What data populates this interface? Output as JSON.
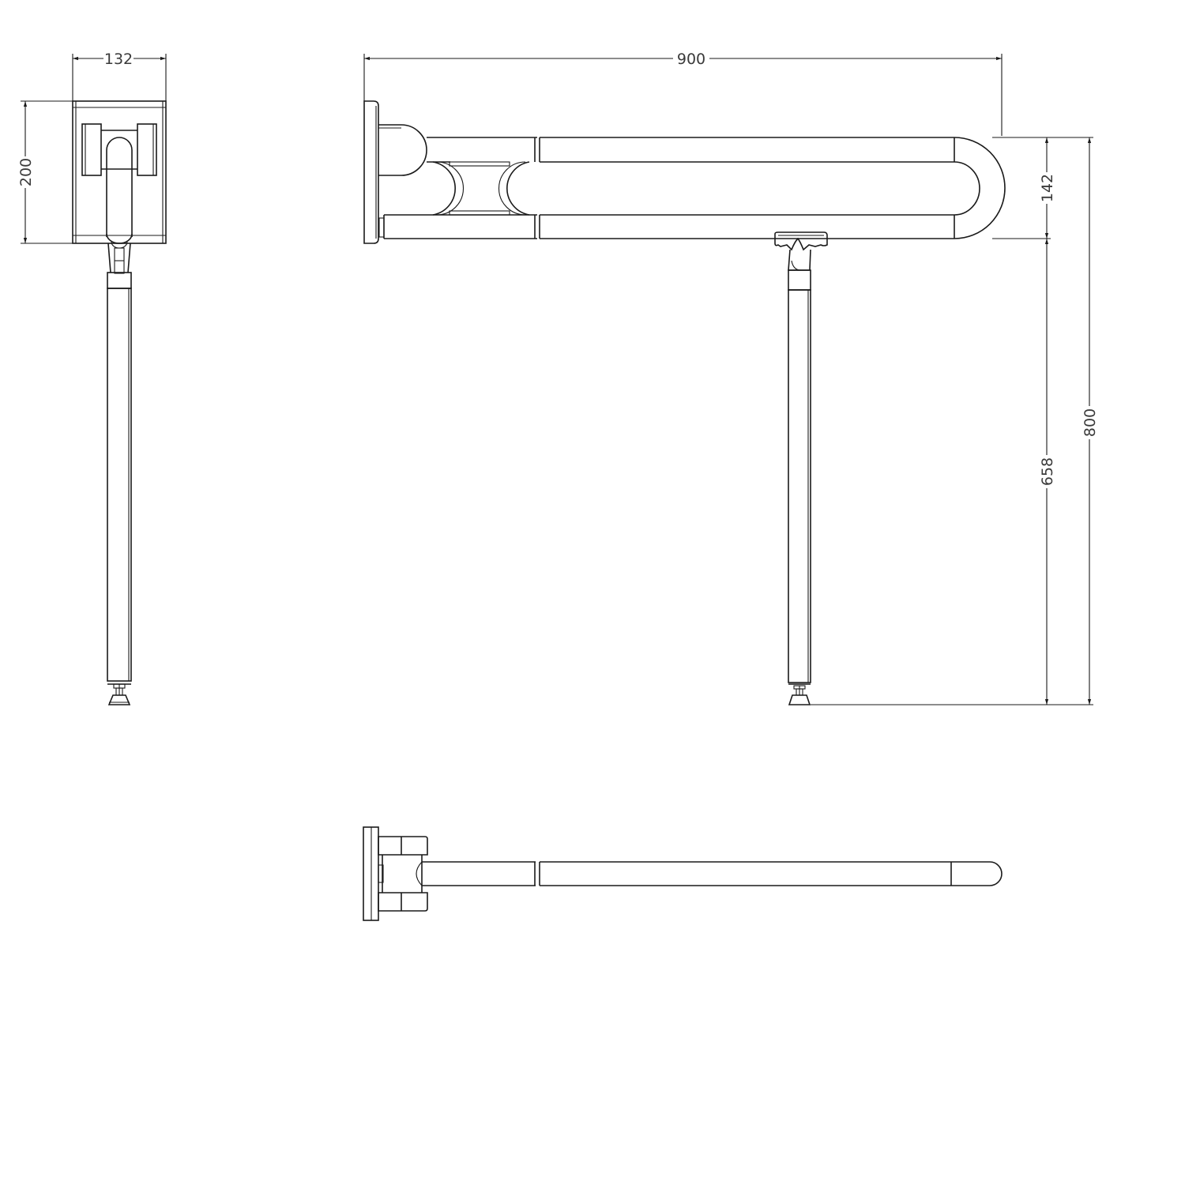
{
  "drawing": {
    "subject": "folding grab bar with support leg",
    "line_color": "#1a1a1a",
    "background": "#ffffff",
    "views": [
      {
        "name": "side-view",
        "description": "wall plate with folded arm and leg"
      },
      {
        "name": "front-view",
        "description": "U-shaped grab bar with hinged support leg"
      },
      {
        "name": "top-view",
        "description": "folded bar seen from above"
      }
    ]
  },
  "dimensions": {
    "plate_width": "132",
    "plate_height": "200",
    "overall_length": "900",
    "bar_height": "142",
    "leg_height": "658",
    "overall_height": "800"
  }
}
